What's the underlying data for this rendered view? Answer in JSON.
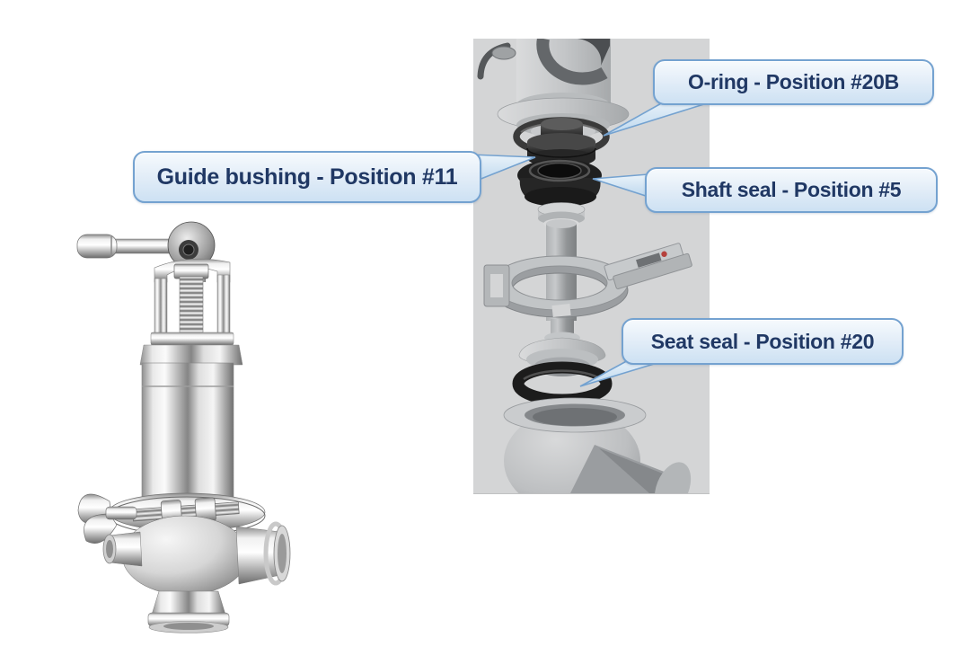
{
  "callouts": [
    {
      "id": "o-ring",
      "label": "O-ring - Position #20B"
    },
    {
      "id": "guide-bushing",
      "label": "Guide bushing - Position #11"
    },
    {
      "id": "shaft-seal",
      "label": "Shaft seal - Position #5"
    },
    {
      "id": "seat-seal",
      "label": "Seat seal - Position #20"
    }
  ],
  "exploded_view": {
    "parts": [
      "cap-assembly",
      "o-ring",
      "guide-bushing",
      "shaft-seal",
      "stem",
      "clamp-ring",
      "valve-plug",
      "seat-seal",
      "valve-body"
    ]
  },
  "assembled_valve": {
    "parts": [
      "lever-handle",
      "adjusting-yoke",
      "spring-housing",
      "tri-clamp",
      "wing-nut",
      "valve-body",
      "side-ferrule",
      "bottom-ferrule"
    ]
  },
  "colors": {
    "page_background": "#ffffff",
    "panel_background": "#d4d5d6",
    "callout_fill_top": "#f6fafd",
    "callout_fill_bottom": "#cde1f3",
    "callout_border": "#74a2d0",
    "callout_text": "#203864",
    "clamp_accent_red": "#b5413c"
  }
}
